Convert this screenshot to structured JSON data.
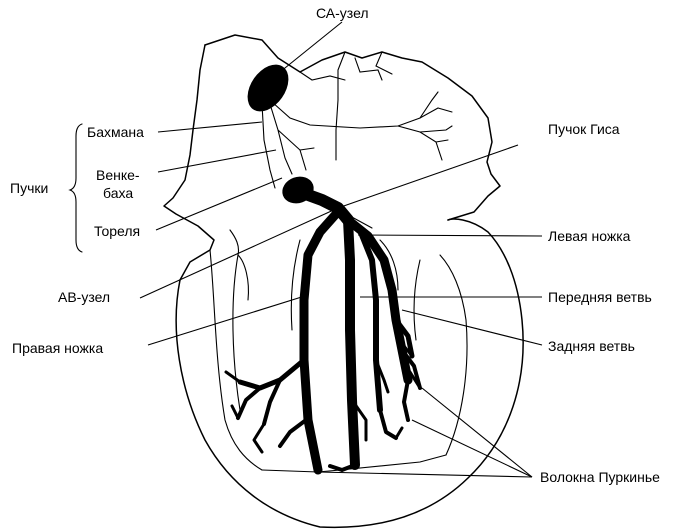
{
  "labels": {
    "sa_node": "СА-узел",
    "bachmann": "Бахмана",
    "wenckebach_1": "Венке-",
    "wenckebach_2": "баха",
    "bundles": "Пучки",
    "thorel": "Тореля",
    "av_node": "АВ-узел",
    "right_bundle": "Правая ножка",
    "his_bundle": "Пучок Гиса",
    "left_bundle": "Левая ножка",
    "anterior_branch": "Передняя ветвь",
    "posterior_branch": "Задняя ветвь",
    "purkinje": "Волокна Пуркинье"
  }
}
